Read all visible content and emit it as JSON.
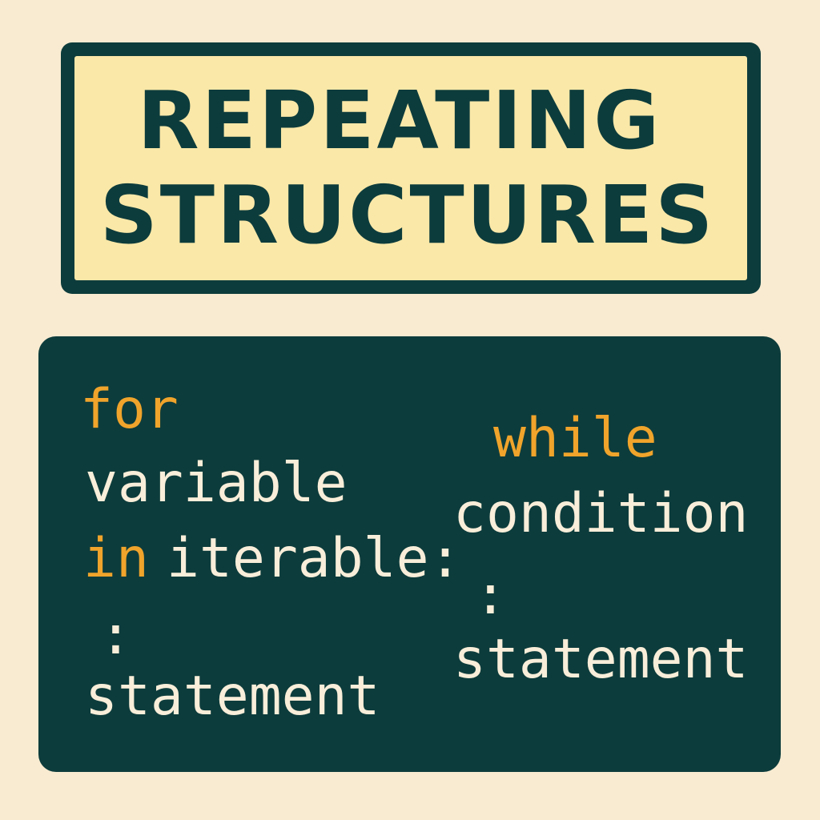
{
  "title": {
    "line1": "REPEATING",
    "line2": "STRUCTURES"
  },
  "for_loop": {
    "keyword_for": "for",
    "variable": "variable",
    "keyword_in": "in",
    "iterable": "iterable:",
    "colon": ":",
    "statement": "statement"
  },
  "while_loop": {
    "keyword_while": "while",
    "condition": "condition",
    "colon": ":",
    "statement": "statement"
  },
  "colors": {
    "background": "#f8ebd1",
    "dark_teal": "#0d3c3c",
    "title_fill": "#fae8a8",
    "keyword": "#f0a42b",
    "code_text": "#f8eed9"
  }
}
